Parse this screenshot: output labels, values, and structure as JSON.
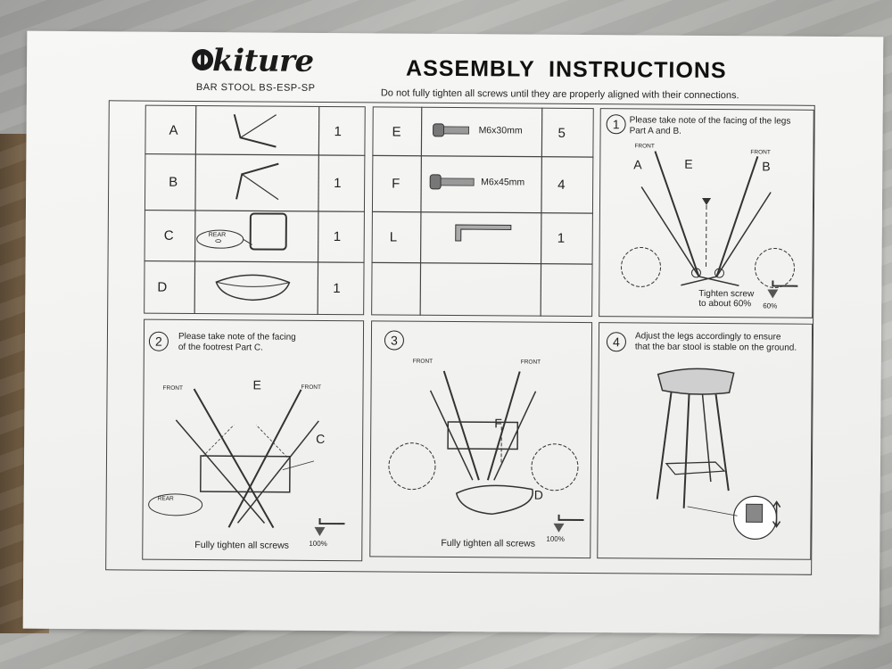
{
  "brand": {
    "name": "kiture",
    "model": "BAR STOOL BS-ESP-SP"
  },
  "header": {
    "title": "ASSEMBLY  INSTRUCTIONS",
    "subtitle": "Do not fully tighten all screws until they are properly aligned with their connections."
  },
  "parts": [
    {
      "letter": "A",
      "qty": "1"
    },
    {
      "letter": "B",
      "qty": "1"
    },
    {
      "letter": "C",
      "qty": "1",
      "note": "REAR"
    },
    {
      "letter": "D",
      "qty": "1"
    }
  ],
  "hardware": [
    {
      "letter": "E",
      "spec": "M6x30mm",
      "qty": "5"
    },
    {
      "letter": "F",
      "spec": "M6x45mm",
      "qty": "4"
    },
    {
      "letter": "L",
      "spec": "",
      "qty": "1"
    }
  ],
  "steps": [
    {
      "num": "1",
      "text_line1": "Please take note of the facing of the legs",
      "text_line2": "Part A and B.",
      "front_left": "FRONT",
      "front_right": "FRONT",
      "label_a": "A",
      "label_e": "E",
      "label_b": "B",
      "caption_line1": "Tighten screw",
      "caption_line2": "to about 60%",
      "percent": "60%"
    },
    {
      "num": "2",
      "text_line1": "Please take note of the facing",
      "text_line2": "of the footrest Part C.",
      "front_left": "FRONT",
      "front_right": "FRONT",
      "label_e": "E",
      "label_c": "C",
      "rear": "REAR",
      "caption": "Fully tighten all screws",
      "percent": "100%"
    },
    {
      "num": "3",
      "front_left": "FRONT",
      "front_right": "FRONT",
      "label_f": "F",
      "label_d": "D",
      "caption": "Fully tighten all screws",
      "percent": "100%"
    },
    {
      "num": "4",
      "text_line1": "Adjust the legs accordingly to ensure",
      "text_line2": "that the bar stool is stable on the ground."
    }
  ],
  "colors": {
    "paper": "#f4f4f2",
    "ink": "#222222"
  }
}
